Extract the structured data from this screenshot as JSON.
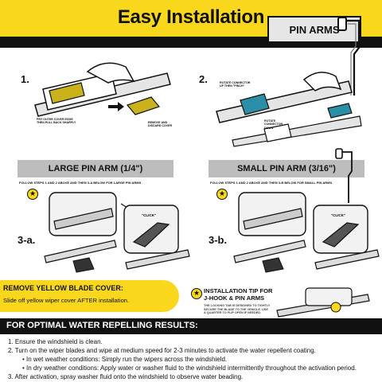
{
  "header": {
    "title": "Easy Installation",
    "tab": "PIN ARMS"
  },
  "steps": {
    "s1": {
      "num": "1.",
      "cap_left": "PRY OUTER COVER EDGE THEN PULL BACK SHARPLY",
      "cap_right": "REMOVE AND DISCARD COVER"
    },
    "s2": {
      "num": "2.",
      "cap_top": "ROTATE CONNECTOR UP THEN \"PINCH\"",
      "cap_bottom": "ROTATE CONNECTOR DOWN"
    }
  },
  "large": {
    "title": "LARGE PIN ARM (1/4\")",
    "follow": "FOLLOW STEPS 1 AND 2 ABOVE AND THEN 3-A BELOW FOR LARGE PIN ARMS",
    "step": "3-a.",
    "click": "\"CLICK\""
  },
  "small": {
    "title": "SMALL PIN ARM (3/16\")",
    "follow": "FOLLOW STEPS 1 AND 2 ABOVE AND THEN 3-B BELOW FOR SMALL PIN ARMS",
    "step": "3-b.",
    "click": "\"CLICK\""
  },
  "cover": {
    "title": "REMOVE YELLOW BLADE COVER:",
    "text": "Slide off yellow wiper cover AFTER installation."
  },
  "tip": {
    "title_1": "INSTALLATION TIP FOR",
    "title_2": "J-HOOK & PIN ARMS",
    "text": "THE LOCKING TAB IS DESIGNED TO TIGHTLY SECURE THE BLADE TO THE VEHICLE. USE A QUARTER TO FLIP OPEN IF NEEDED."
  },
  "results": {
    "title": "FOR OPTIMAL WATER REPELLING RESULTS:",
    "items": [
      "1. Ensure the windshield is clean.",
      "2. Turn on the wiper blades and wipe at medium speed for 2-3 minutes to activate the water repellent coating.",
      "•  In wet weather conditions: Simply run the wipers across the windshield.",
      "•  In dry weather conditions: Apply water or washer fluid to the windshield intermittently throughout the activation period.",
      "3. After activation, spray washer fluid onto the windshield to observe water beading."
    ]
  },
  "colors": {
    "yellow": "#f9d71c",
    "black": "#111111",
    "teal": "#2a8fa6",
    "gray": "#bdbdbd"
  },
  "icons": {
    "star": "star-icon",
    "arrow": "arrow-right-icon",
    "quarter": "coin-icon"
  }
}
